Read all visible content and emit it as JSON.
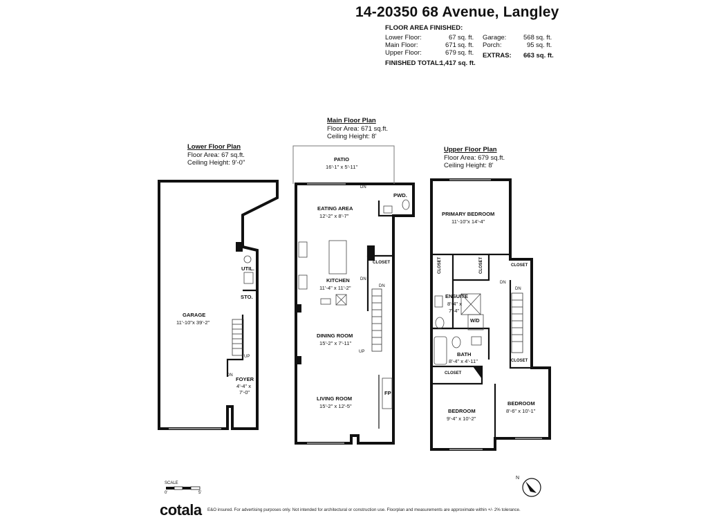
{
  "address": "14-20350 68 Avenue, Langley",
  "area_summary": {
    "heading": "FLOOR AREA FINISHED:",
    "rows": [
      {
        "label": "Lower Floor:",
        "value": "67",
        "unit": "sq. ft."
      },
      {
        "label": "Main Floor:",
        "value": "671",
        "unit": "sq. ft."
      },
      {
        "label": "Upper Floor:",
        "value": "679",
        "unit": "sq. ft."
      }
    ],
    "total_label": "FINISHED TOTAL:",
    "total_value": "1,417 sq. ft.",
    "extras_rows": [
      {
        "label": "Garage:",
        "value": "568",
        "unit": "sq. ft."
      },
      {
        "label": "Porch:",
        "value": "95",
        "unit": "sq. ft."
      }
    ],
    "extras_label": "EXTRAS:",
    "extras_value": "663 sq. ft."
  },
  "plans": {
    "lower": {
      "title": "Lower Floor Plan",
      "area": "Floor Area: 67 sq.ft.",
      "ceiling": "Ceiling Height: 9'-0\""
    },
    "main": {
      "title": "Main Floor Plan",
      "area": "Floor Area: 671 sq.ft.",
      "ceiling": "Ceiling Height: 8'"
    },
    "upper": {
      "title": "Upper Floor Plan",
      "area": "Floor Area: 679 sq.ft.",
      "ceiling": "Ceiling Height: 8'"
    }
  },
  "rooms": {
    "garage": {
      "name": "GARAGE",
      "dim": "11'-10\"x 39'-2\""
    },
    "util": {
      "name": "UTIL."
    },
    "sto": {
      "name": "STO."
    },
    "foyer": {
      "name": "FOYER",
      "dim1": "4'-4\" x",
      "dim2": "7'-0\""
    },
    "patio": {
      "name": "PATIO",
      "dim": "16'-1\" x 5'-11\""
    },
    "pwd": {
      "name": "PWD."
    },
    "eating": {
      "name": "EATING AREA",
      "dim": "12'-2\" x 8'-7\""
    },
    "kitchen": {
      "name": "KITCHEN",
      "dim": "11'-4\" x 11'-2\""
    },
    "closet_main": {
      "name": "CLOSET"
    },
    "dining": {
      "name": "DINING ROOM",
      "dim": "15'-2\" x 7'-11\""
    },
    "fp": {
      "name": "FP"
    },
    "living": {
      "name": "LIVING ROOM",
      "dim": "15'-2\" x 12'-5\""
    },
    "primary": {
      "name": "PRIMARY BEDROOM",
      "dim": "11'-10\"x 14'-4\""
    },
    "closet_u1": {
      "name": "CLOSET"
    },
    "closet_u2": {
      "name": "CLOSET"
    },
    "closet_u3": {
      "name": "CLOSET"
    },
    "closet_u4": {
      "name": "CLOSET"
    },
    "closet_u5": {
      "name": "CLOSET"
    },
    "ensuite": {
      "name": "ENSUITE",
      "dim1": "8'-4\" x",
      "dim2": "7'-4\""
    },
    "wd": {
      "name": "W/D"
    },
    "bath": {
      "name": "BATH",
      "dim": "8'-4\" x 4'-11\""
    },
    "bedroom1": {
      "name": "BEDROOM",
      "dim": "9'-4\" x 10'-2\""
    },
    "bedroom2": {
      "name": "BEDROOM",
      "dim": "8'-6\" x 10'-1\""
    }
  },
  "stair_marks": {
    "up": "UP",
    "dn": "DN"
  },
  "scale": {
    "label": "SCALE",
    "start": "0'",
    "end": "5'"
  },
  "compass": {
    "label": "N"
  },
  "brand": "cotala",
  "disclaimer": "E&O insured. For advertising purposes only. Not intended for architectural or construction use. Floorplan and measurements are approximate within +/- 2% tolerance."
}
